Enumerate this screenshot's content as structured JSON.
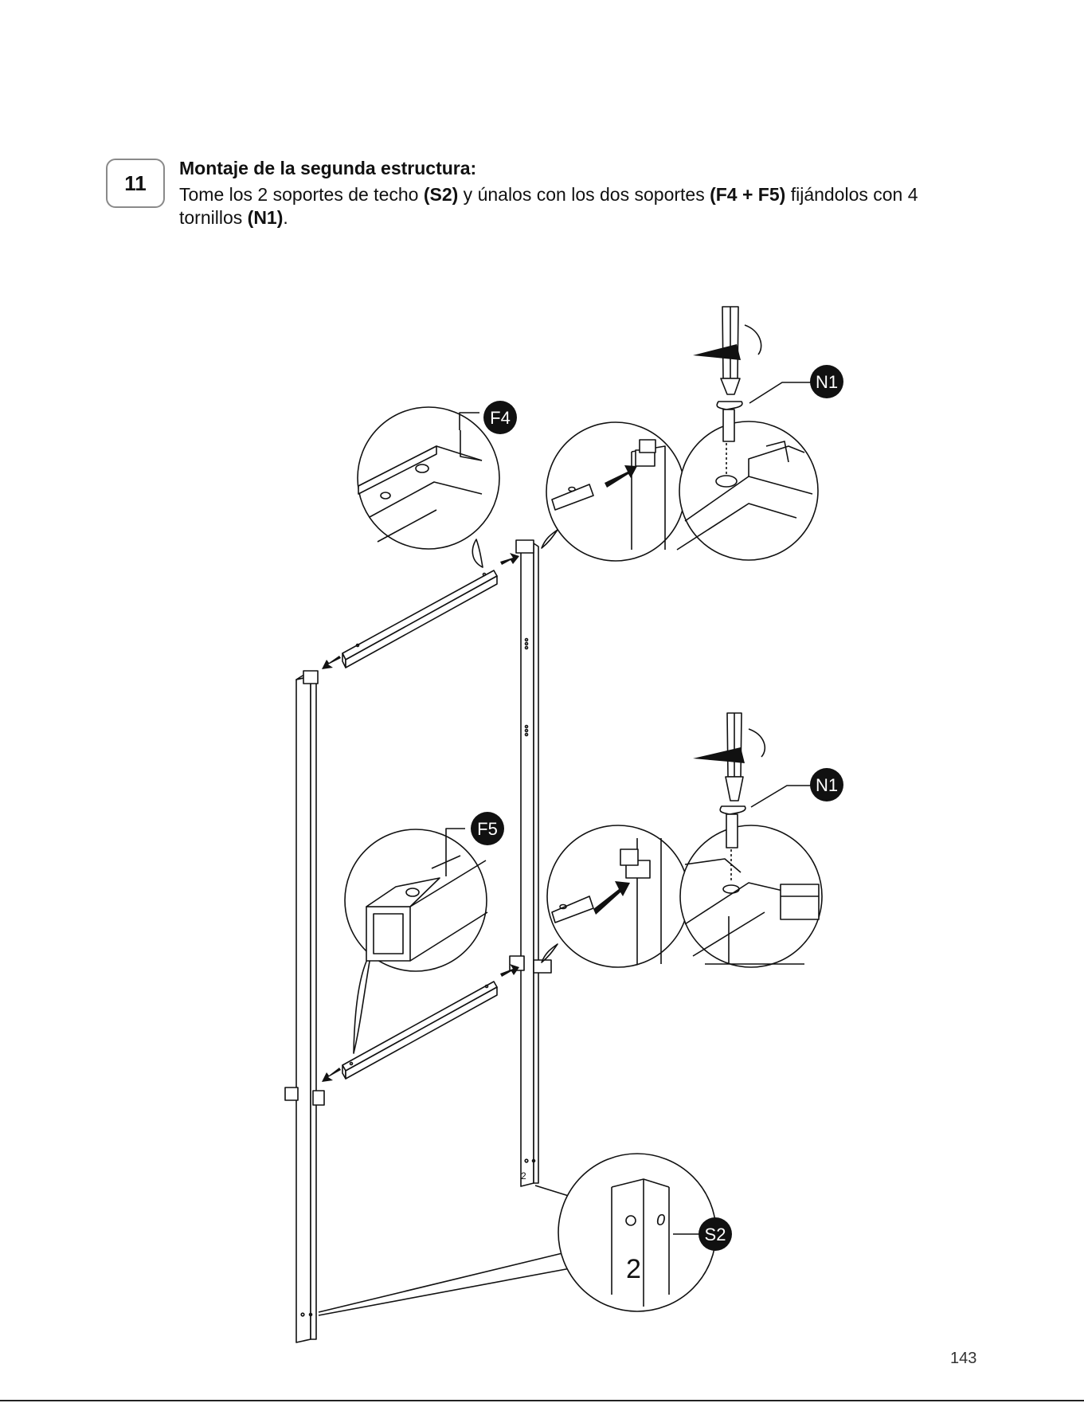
{
  "step": {
    "number": "11",
    "title": "Montaje de la segunda estructura:",
    "text_1": "Tome los 2 soportes de techo ",
    "part_s2": "(S2)",
    "text_2": " y únalos con los dos soportes ",
    "part_f4f5": "(F4 + F5)",
    "text_3": " fijándolos con 4 tornillos ",
    "part_n1": "(N1)",
    "text_4": "."
  },
  "labels": {
    "f4": "F4",
    "f5": "F5",
    "n1_top": "N1",
    "n1_bottom": "N1",
    "s2": "S2",
    "detail_mark_2": "2",
    "detail_mark_0": "0",
    "post_mark_2": "2"
  },
  "page_number": "143"
}
